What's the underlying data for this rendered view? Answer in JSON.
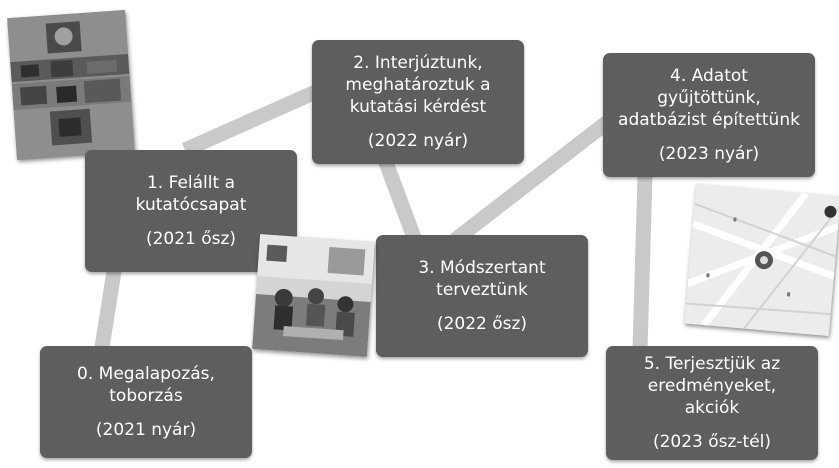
{
  "steps": [
    {
      "label": "0. Megalapozás,\ntoborzás",
      "date": "(2021 nyár)"
    },
    {
      "label": "1. Felállt a\nkutatócsapat",
      "date": "(2021 ősz)"
    },
    {
      "label": "2. Interjúztunk,\nmeghatároztuk a\nkutatási kérdést",
      "date": "(2022 nyár)"
    },
    {
      "label": "3. Módszertant\nterveztünk",
      "date": "(2022 ősz)"
    },
    {
      "label": "4. Adatot\ngyűjtöttünk,\nadatbázist építettünk",
      "date": "(2023 nyár)"
    },
    {
      "label": "5. Terjesztjük az\neredményeket,\nakciók",
      "date": "(2023 ősz-tél)"
    }
  ],
  "connector_color": "#c8c8c8",
  "box_color": "#5e5e5e",
  "photos": [
    "collage-photo",
    "team-room-photo",
    "map-photo"
  ]
}
